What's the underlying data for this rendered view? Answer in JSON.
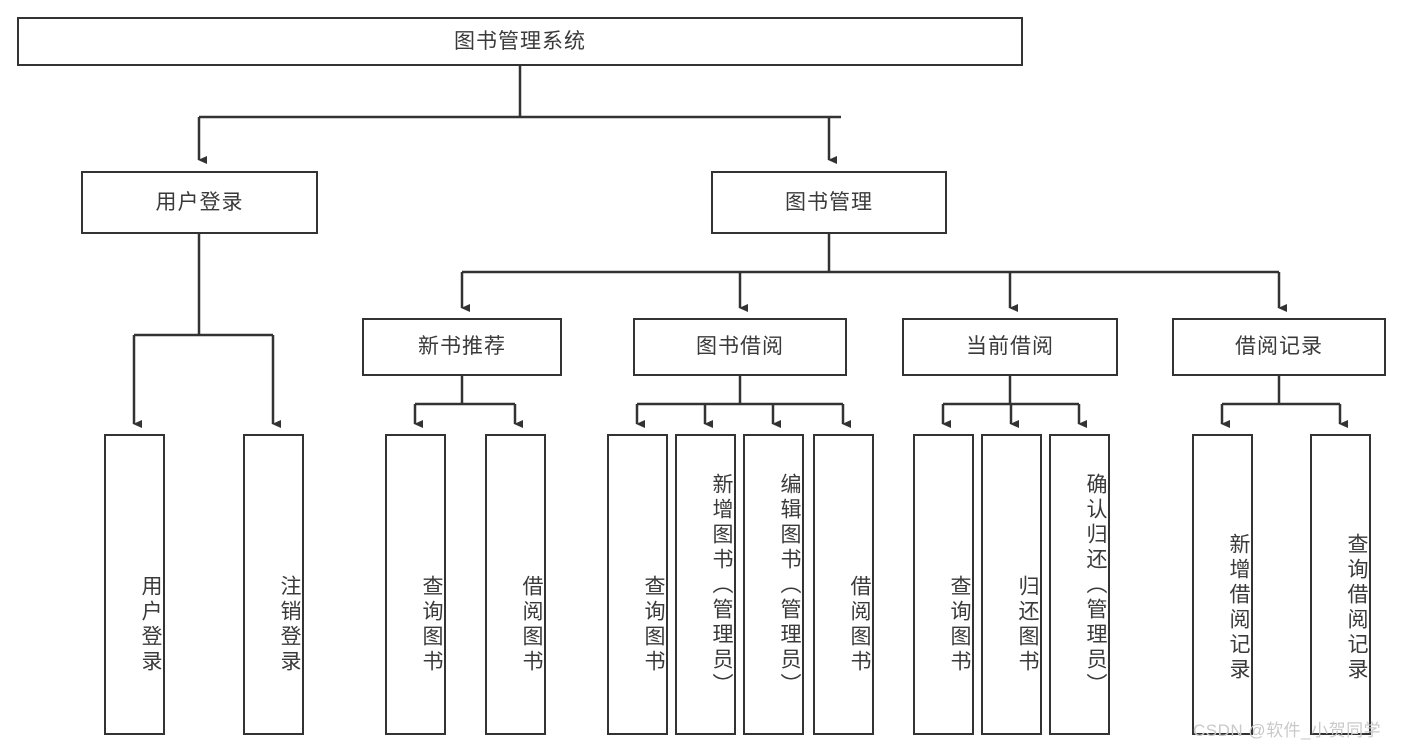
{
  "diagram": {
    "type": "hierarchy-tree",
    "title": "图书管理系统",
    "nodes": {
      "root": {
        "label": "图书管理系统"
      },
      "level2": [
        {
          "id": "user-login",
          "label": "用户登录"
        },
        {
          "id": "book-manage",
          "label": "图书管理"
        }
      ],
      "level3": [
        {
          "id": "new-book-recommend",
          "label": "新书推荐",
          "parent": "book-manage"
        },
        {
          "id": "book-borrow",
          "label": "图书借阅",
          "parent": "book-manage"
        },
        {
          "id": "current-borrow",
          "label": "当前借阅",
          "parent": "book-manage"
        },
        {
          "id": "borrow-record",
          "label": "借阅记录",
          "parent": "book-manage"
        }
      ],
      "leaves": [
        {
          "id": "leaf-user-login",
          "label": "用户登录",
          "parent": "user-login"
        },
        {
          "id": "leaf-logout",
          "label": "注销登录",
          "parent": "user-login"
        },
        {
          "id": "leaf-query-book-1",
          "label": "查询图书",
          "parent": "new-book-recommend"
        },
        {
          "id": "leaf-borrow-book-1",
          "label": "借阅图书",
          "parent": "new-book-recommend"
        },
        {
          "id": "leaf-query-book-2",
          "label": "查询图书",
          "parent": "book-borrow"
        },
        {
          "id": "leaf-add-book",
          "label": "新增图书（管理员）",
          "parent": "book-borrow"
        },
        {
          "id": "leaf-edit-book",
          "label": "编辑图书（管理员）",
          "parent": "book-borrow"
        },
        {
          "id": "leaf-borrow-book-2",
          "label": "借阅图书",
          "parent": "book-borrow"
        },
        {
          "id": "leaf-query-book-3",
          "label": "查询图书",
          "parent": "current-borrow"
        },
        {
          "id": "leaf-return-book",
          "label": "归还图书",
          "parent": "current-borrow"
        },
        {
          "id": "leaf-confirm-return",
          "label": "确认归还（管理员）",
          "parent": "current-borrow"
        },
        {
          "id": "leaf-add-record",
          "label": "新增借阅记录",
          "parent": "borrow-record"
        },
        {
          "id": "leaf-query-record",
          "label": "查询借阅记录",
          "parent": "borrow-record"
        }
      ]
    },
    "colors": {
      "border": "#333333",
      "text": "#3a3a3a",
      "background": "#ffffff",
      "watermark": "#c9c9c9"
    }
  },
  "watermark": {
    "text": "CSDN @软件_小贺同学"
  }
}
